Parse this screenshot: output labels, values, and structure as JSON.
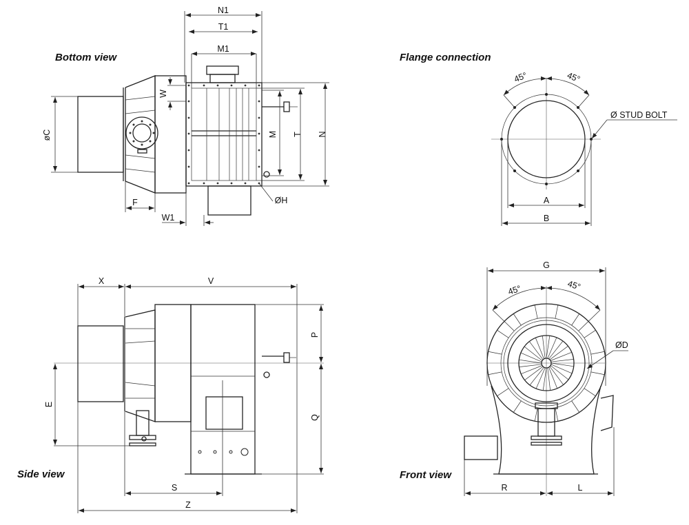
{
  "views": {
    "bottom": {
      "title": "Bottom view",
      "dims": {
        "n1": "N1",
        "t1": "T1",
        "m1": "M1",
        "w": "W",
        "m": "M",
        "t": "T",
        "n": "N",
        "c": "øC",
        "f": "F",
        "w1": "W1",
        "h": "ØH"
      }
    },
    "flange": {
      "title": "Flange connection",
      "dims": {
        "angle_left": "45°",
        "angle_right": "45°",
        "stud": "Ø STUD BOLT",
        "a": "A",
        "b": "B"
      }
    },
    "side": {
      "title": "Side view",
      "dims": {
        "x": "X",
        "v": "V",
        "p": "P",
        "q": "Q",
        "e": "E",
        "s": "S",
        "z": "Z"
      }
    },
    "front": {
      "title": "Front view",
      "dims": {
        "g": "G",
        "angle_left": "45°",
        "angle_right": "45°",
        "d": "ØD",
        "r": "R",
        "l": "L"
      }
    }
  }
}
